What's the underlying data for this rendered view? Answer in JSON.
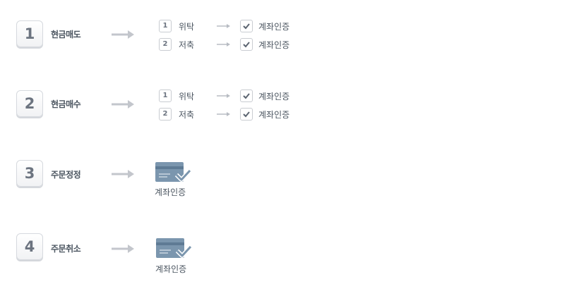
{
  "steps": [
    {
      "number": "1",
      "label": "현금매도",
      "substeps": [
        {
          "number": "1",
          "label": "위탁",
          "auth": "계좌인증"
        },
        {
          "number": "2",
          "label": "저축",
          "auth": "계좌인증"
        }
      ]
    },
    {
      "number": "2",
      "label": "현금매수",
      "substeps": [
        {
          "number": "1",
          "label": "위탁",
          "auth": "계좌인증"
        },
        {
          "number": "2",
          "label": "저축",
          "auth": "계좌인증"
        }
      ]
    },
    {
      "number": "3",
      "label": "주문정정",
      "auth": "계좌인증"
    },
    {
      "number": "4",
      "label": "주문취소",
      "auth": "계좌인증"
    }
  ],
  "colors": {
    "arrow": "#c3c6cc",
    "card": "#7b96ae",
    "card_dark": "#5e7a94",
    "check": "#5b6470"
  },
  "icons": {
    "arrow": "right-arrow-icon",
    "check": "check-icon",
    "card": "card-check-icon"
  }
}
